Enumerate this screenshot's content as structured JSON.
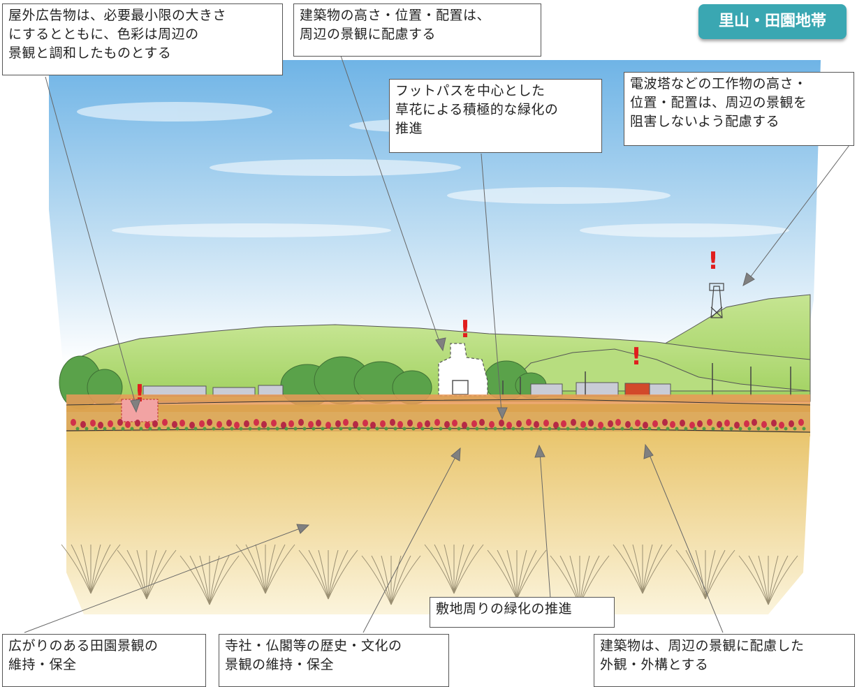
{
  "badge": {
    "label": "里山・田園地帯",
    "color": "#3aa7b2"
  },
  "callouts": {
    "signage": "屋外広告物は、必要最小限の大きさ\nにするとともに、色彩は周辺の\n景観と調和したものとする",
    "building_height": "建築物の高さ・位置・配置は、\n周辺の景観に配慮する",
    "footpath": "フットパスを中心とした\n草花による積極的な緑化の\n推進",
    "tower": "電波塔などの工作物の高さ・\n位置・配置は、周辺の景観を\n阻害しないよう配慮する",
    "site_greening": "敷地周りの緑化の推進",
    "rural_landscape": "広がりのある田園景観の\n維持・保全",
    "temples": "寺社・仏閣等の歴史・文化の\n景観の維持・保全",
    "building_design": "建築物は、周辺の景観に配慮した\n外観・外構とする"
  },
  "markers": {
    "exclamation": "!"
  },
  "colors": {
    "sky_top": "#6fb4e6",
    "hill": "#a9d86a",
    "field": "#e9c56d",
    "flowers": "#d0304a",
    "warning": "#e01e1e"
  }
}
